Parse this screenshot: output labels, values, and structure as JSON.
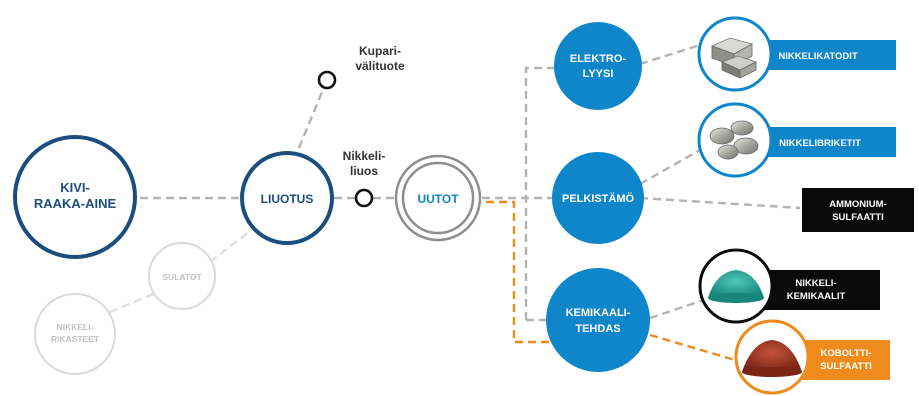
{
  "colors": {
    "navy": "#1b4d7e",
    "blue": "#0f86c9",
    "light_gray": "#cfcfcf",
    "dash_gray": "#b3b3b3",
    "orange": "#ef8a1c",
    "black": "#0a0a0a",
    "text_dark": "#222222"
  },
  "nodes": {
    "kivi": {
      "line1": "KIVI-",
      "line2": "RAAKA-AINE"
    },
    "sulatot": {
      "label": "SULATOT"
    },
    "nikkelirikasteet": {
      "line1": "NIKKELI-",
      "line2": "RIKASTEET"
    },
    "liuotus": {
      "label": "LIUOTUS"
    },
    "uutot": {
      "label": "UUTOT"
    },
    "elektrolyysi": {
      "line1": "ELEKTRO-",
      "line2": "LYYSI"
    },
    "pelkistamo": {
      "label": "PELKISTÄMÖ"
    },
    "kemikaalitehdas": {
      "line1": "KEMIKAALI-",
      "line2": "TEHDAS"
    }
  },
  "intermediates": {
    "kuparivalituote": {
      "line1": "Kupari-",
      "line2": "välituote"
    },
    "nikkeliliuos": {
      "line1": "Nikkeli-",
      "line2": "liuos"
    }
  },
  "products": {
    "nikkelikatodit": {
      "label": "NIKKELIKATODIT",
      "icon": "nickel-cathodes-icon"
    },
    "nikkelibriketit": {
      "label": "NIKKELIBRIKETIT",
      "icon": "nickel-briquettes-icon"
    },
    "ammoniumsulfaatti": {
      "line1": "AMMONIUM-",
      "line2": "SULFAATTI"
    },
    "nikkelikemikaalit": {
      "line1": "NIKKELI-",
      "line2": "KEMIKAALIT",
      "icon": "green-powder-icon"
    },
    "kobolttisulfaatti": {
      "line1": "KOBOLTTI-",
      "line2": "SULFAATTI",
      "icon": "red-powder-icon"
    }
  }
}
